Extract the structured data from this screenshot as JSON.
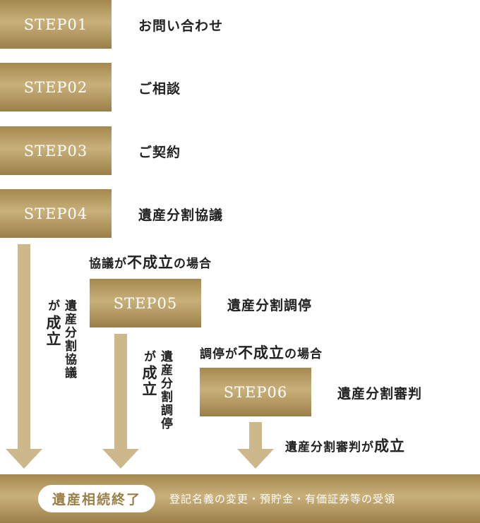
{
  "steps": [
    {
      "label": "STEP01",
      "text": "お問い合わせ"
    },
    {
      "label": "STEP02",
      "text": "ご相談"
    },
    {
      "label": "STEP03",
      "text": "ご契約"
    },
    {
      "label": "STEP04",
      "text": "遺産分割協議"
    },
    {
      "label": "STEP05",
      "text": "遺産分割調停"
    },
    {
      "label": "STEP06",
      "text": "遺産分割審判"
    }
  ],
  "conditions": {
    "step05_pre": "協議が",
    "step05_emph": "不成立",
    "step05_post": "の場合",
    "step06_pre": "調停が",
    "step06_emph": "不成立",
    "step06_post": "の場合"
  },
  "branches": {
    "agreement_small": "遺産分割協議",
    "agreement_join": "が",
    "agreement_big": "成立",
    "mediation_small": "遺産分割調停",
    "mediation_join": "が",
    "mediation_big": "成立",
    "judgment_pre": "遺産分割審判が",
    "judgment_big": "成立"
  },
  "final": {
    "badge": "遺産相続終了",
    "text": "登記名義の変更・預貯金・有価証券等の受領"
  },
  "colors": {
    "gold": "#b49a63",
    "arrow": "#cdb88c"
  }
}
